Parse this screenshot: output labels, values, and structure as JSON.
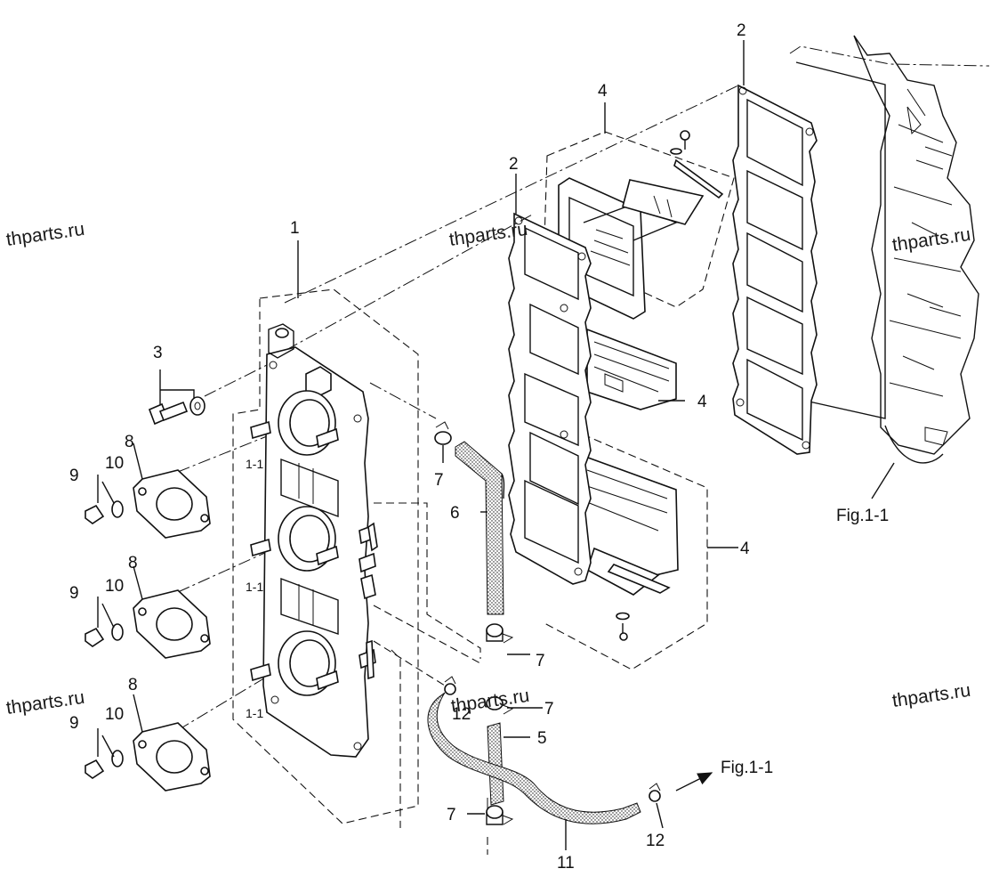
{
  "watermarks": [
    "thparts.ru",
    "thparts.ru",
    "thparts.ru",
    "thparts.ru",
    "thparts.ru",
    "thparts.ru"
  ],
  "callouts": {
    "c1": "1",
    "c2a": "2",
    "c2b": "2",
    "c3": "3",
    "c4a": "4",
    "c4b": "4",
    "c4c": "4",
    "c5": "5",
    "c6": "6",
    "c7a": "7",
    "c7b": "7",
    "c7c": "7",
    "c7d": "7",
    "c8a": "8",
    "c8b": "8",
    "c8c": "8",
    "c9a": "9",
    "c9b": "9",
    "c9c": "9",
    "c10a": "10",
    "c10b": "10",
    "c10c": "10",
    "c11": "11",
    "c12a": "12",
    "c12b": "12",
    "s11a": "1-1",
    "s11b": "1-1",
    "s11c": "1-1"
  },
  "figure_refs": {
    "fig_right": "Fig.1-1",
    "fig_arrow": "Fig.1-1"
  }
}
